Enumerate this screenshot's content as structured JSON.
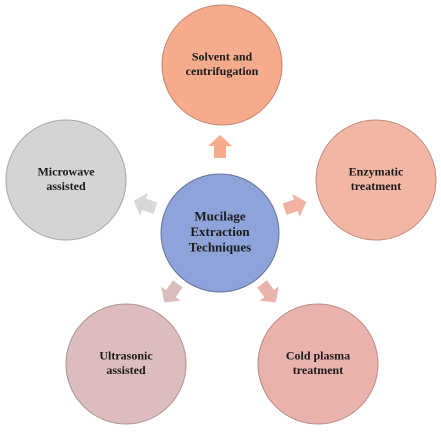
{
  "center": {
    "lines": [
      "Mucilage",
      "Extraction",
      "Techniques"
    ],
    "color": "#8ea3d9"
  },
  "nodes": [
    {
      "id": "solvent",
      "lines": [
        "Solvent and",
        "centrifugation"
      ],
      "color": "#f6ab8c",
      "arrow_color": "#f6ab8c"
    },
    {
      "id": "enzymatic",
      "lines": [
        "Enzymatic",
        "treatment"
      ],
      "color": "#f2b6a5",
      "arrow_color": "#f3b2a1"
    },
    {
      "id": "cold-plasma",
      "lines": [
        "Cold plasma",
        "treatment"
      ],
      "color": "#eab2ac",
      "arrow_color": "#eab2ac"
    },
    {
      "id": "ultrasonic",
      "lines": [
        "Ultrasonic",
        "assisted"
      ],
      "color": "#dcbcbc",
      "arrow_color": "#d9bcbc"
    },
    {
      "id": "microwave",
      "lines": [
        "Microwave",
        "assisted"
      ],
      "color": "#d4d4d4",
      "arrow_color": "#d8d8d8"
    }
  ]
}
